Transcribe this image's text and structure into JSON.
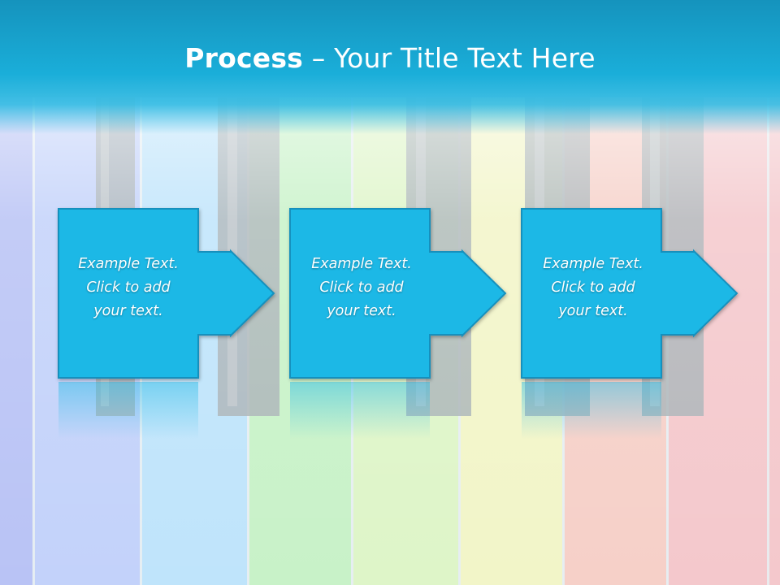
{
  "slide": {
    "title_bold": "Process",
    "title_rest": " – Your Title Text Here"
  },
  "steps": [
    {
      "line1": "Example Text.",
      "line2": "Click  to add",
      "line3": "your text."
    },
    {
      "line1": "Example Text.",
      "line2": "Click  to add",
      "line3": "your text."
    },
    {
      "line1": "Example Text.",
      "line2": "Click  to add",
      "line3": "your text."
    }
  ],
  "colors": {
    "header": "#1aaed9",
    "box_fill": "#1cb8e6",
    "box_stroke": "#1390bd"
  }
}
